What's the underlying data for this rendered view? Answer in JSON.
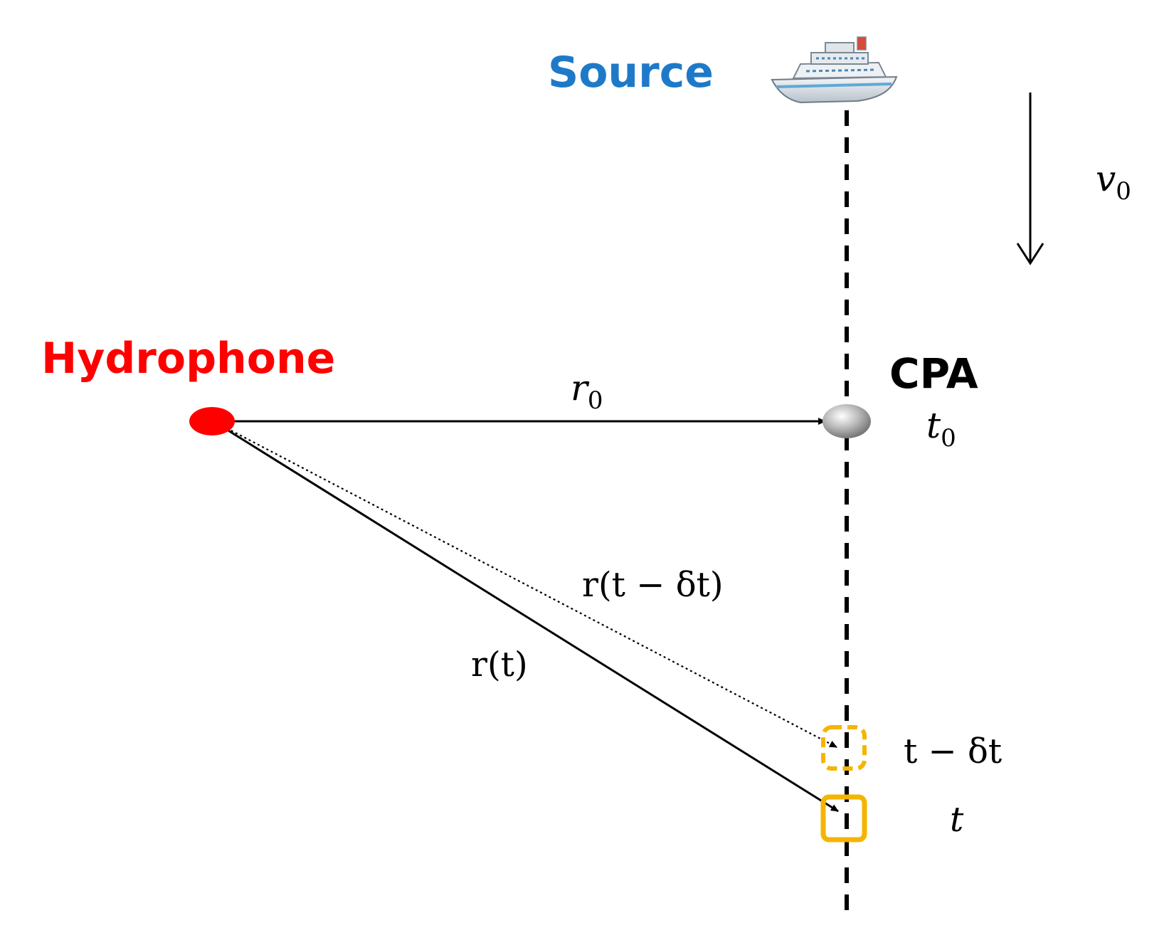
{
  "labels": {
    "source": "Source",
    "hydrophone": "Hydrophone",
    "cpa": "CPA",
    "t0_main": "t",
    "t0_sub": "0",
    "r0_main": "r",
    "r0_sub": "0",
    "v0_main": "v",
    "v0_sub": "0",
    "r_t_minus": "r(t − δt)",
    "r_t": "r(t)",
    "t_minus": "t − δt",
    "t": "t"
  },
  "colors": {
    "source": "#1e7ac8",
    "hydrophone": "#ff0000",
    "marker": "#f5b400",
    "line": "#000000",
    "cpa_dot": "#a9a9a9"
  },
  "icons": {
    "source": "ship-icon"
  }
}
